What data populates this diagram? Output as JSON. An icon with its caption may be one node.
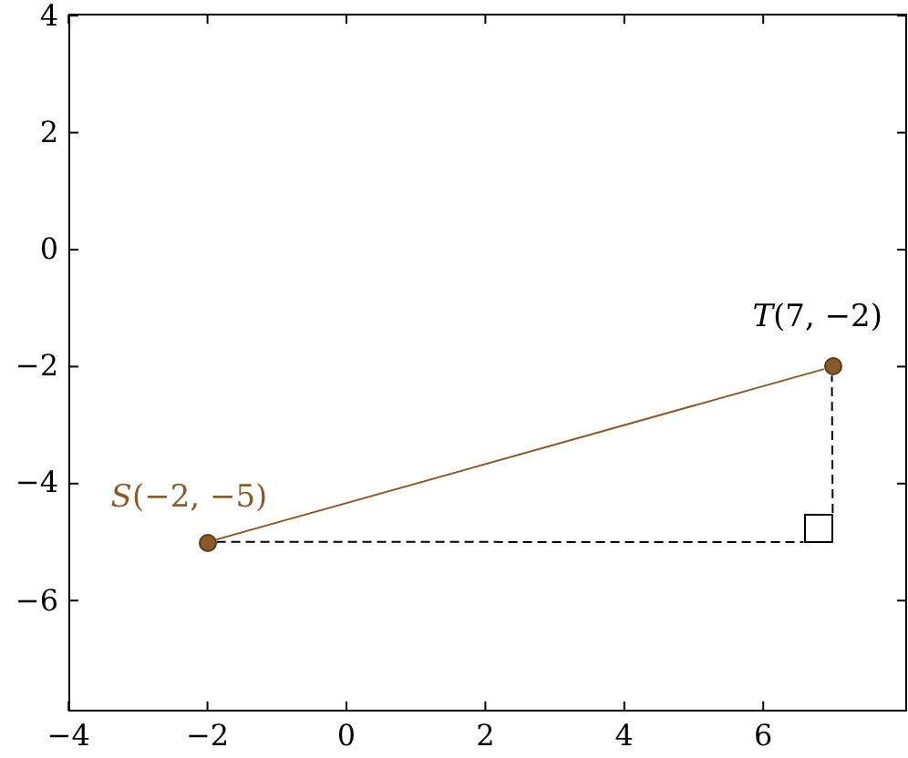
{
  "diagram": {
    "nodes": [
      {
        "text": [
          "*S*(−2, −5)"
        ]
      },
      {
        "text": [
          "*T*(7, −2)"
        ]
      },
      {
        "text": [],
        "shape": "box"
      }
    ],
    "edges": [
      {
        "from": 0,
        "to": 1,
        "arrow": "none",
        "color": "#8b5a2b"
      },
      {
        "from": 0,
        "to": 2,
        "arrow": "none",
        "style": "dashed"
      },
      {
        "from": 2,
        "to": 1,
        "arrow": "none",
        "style": "dashed"
      }
    ],
    "labels": [
      "4",
      "2",
      "0",
      "−2",
      "−4",
      "−6",
      "−4",
      "−2",
      "0",
      "2",
      "4",
      "6"
    ]
  }
}
